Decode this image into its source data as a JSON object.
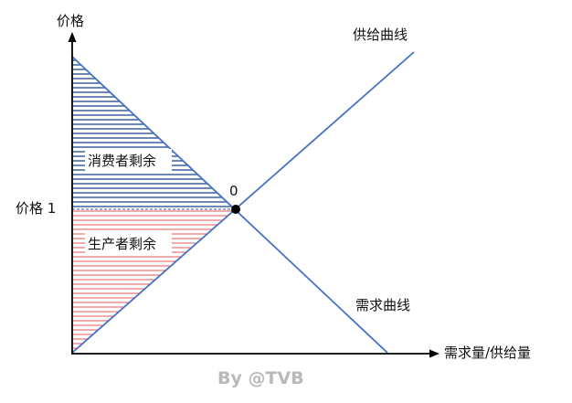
{
  "diagram": {
    "axis_labels": {
      "price": "价格",
      "quantity": "需求量/供给量"
    },
    "curve_labels": {
      "supply": "供给曲线",
      "demand": "需求曲线"
    },
    "price_level_label": "价格 1",
    "equilibrium_label": "0",
    "regions": {
      "consumer_surplus": "消费者剩余",
      "producer_surplus": "生产者剩余"
    },
    "watermark": "By @TVB",
    "colors": {
      "curve": "#4472c4",
      "consumer_hatch": "#2e5597",
      "producer_hatch": "#e05a5a",
      "axis": "#000000"
    }
  }
}
